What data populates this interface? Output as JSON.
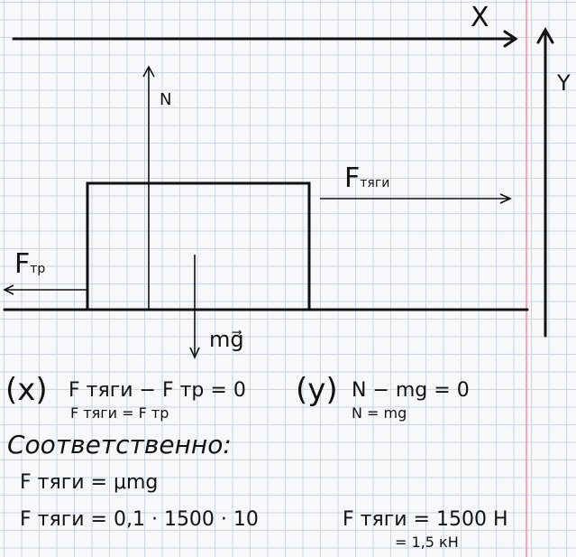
{
  "diagram": {
    "axis_x": "X",
    "axis_y": "Y",
    "normal_force": "N",
    "traction_force": {
      "main": "F",
      "sub": "тяги"
    },
    "friction_force": {
      "main": "F",
      "sub": "тр"
    },
    "gravity": "mg⃗"
  },
  "equations": {
    "x_label": "(x)",
    "x_eq1": "F тяги − F тр = 0",
    "x_eq2": "F тяги = F тр",
    "y_label": "(y)",
    "y_eq1": "N − mg = 0",
    "y_eq2": "N = mg",
    "therefore": "Соответственно:",
    "formula": "F тяги = μmg",
    "substitution": "F тяги = 0,1 · 1500 · 10",
    "result": "F тяги = 1500 Н",
    "result_kn": "= 1,5 кН"
  }
}
